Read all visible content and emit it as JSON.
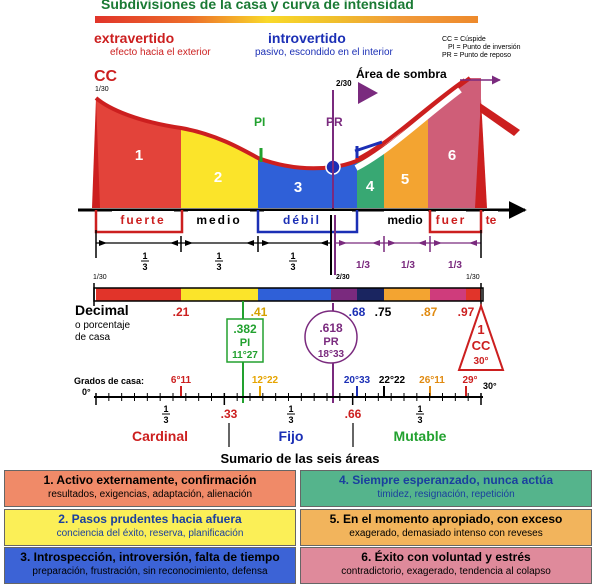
{
  "header": {
    "title": "Subdivisiones de la casa y curva de intensidad",
    "extravertido": "extravertido",
    "extravertido_sub": "efecto hacia el exterior",
    "introvertido": "introvertido",
    "introvertido_sub": "pasivo, escondido en el interior",
    "legend_cc": "CC = Cúspide",
    "legend_pi": "PI = Punto de inversión",
    "legend_pr": "PR = Punto de reposo"
  },
  "curve": {
    "cc": "CC",
    "cc_frac": "1/30",
    "pi": "PI",
    "pr": "PR",
    "pr_frac": "2/30",
    "area_sombra": "Área de sombra",
    "areas": [
      "1",
      "2",
      "3",
      "4",
      "5",
      "6"
    ],
    "colors": [
      "#e3433a",
      "#fbe42a",
      "#2f60d8",
      "#38a873",
      "#f3a431",
      "#cf5e78"
    ]
  },
  "band": {
    "fuerte": "fuerte",
    "medio": "medio",
    "debil": "débil",
    "medio2": "medio",
    "fuer": "fuer",
    "te": "te"
  },
  "thirds": {
    "num": "1",
    "den": "3",
    "slash_thirds": [
      "1/3",
      "1/3",
      "1/3"
    ]
  },
  "decimal": {
    "label": "Decimal",
    "sub1": "o porcentaje",
    "sub2": "de casa",
    "frac_left": "1/30",
    "frac_mid": "2/30",
    "frac_right": "1/30",
    "values": [
      ".21",
      ".41",
      ".68",
      ".75",
      ".87",
      ".97"
    ],
    "pi_value": ".382",
    "pi_label": "PI",
    "pi_deg": "11°27",
    "pr_value": ".618",
    "pr_label": "PR",
    "pr_deg": "18°33",
    "cc_num": "1",
    "cc_label": "CC",
    "cc_deg": "30°"
  },
  "grados": {
    "label": "Grados de casa:",
    "zero": "0°",
    "end": "30°",
    "values": [
      "6°11",
      "12°22",
      "20°33",
      "22°22",
      "26°11",
      "29°"
    ],
    "third_num": "1",
    "third_den": "3",
    "m33": ".33",
    "m66": ".66",
    "cardinal": "Cardinal",
    "fijo": "Fijo",
    "mutable": "Mutable"
  },
  "summary": {
    "title": "Sumario de las seis áreas",
    "items": [
      {
        "title": "1. Activo externamente, confirmación",
        "sub": "resultados, exigencias, adaptación, alienación",
        "bg": "#f08a68",
        "tc": "#000000",
        "sc": "#000000"
      },
      {
        "title": "4. Siempre esperanzado, nunca actúa",
        "sub": "timidez, resignación, repetición",
        "bg": "#55b48c",
        "tc": "#1a3f9e",
        "sc": "#1a3f9e"
      },
      {
        "title": "2. Pasos prudentes hacia afuera",
        "sub": "conciencia del éxito, reserva, planificación",
        "bg": "#fbef57",
        "tc": "#1a3f9e",
        "sc": "#1a3f9e"
      },
      {
        "title": "5. En el momento apropiado, con exceso",
        "sub": "exagerado, demasiado intenso con reveses",
        "bg": "#f2b45c",
        "tc": "#000000",
        "sc": "#000000"
      },
      {
        "title": "3. Introspección, introversión, falta de tiempo",
        "sub": "preparación, frustración, sin reconocimiento, defensa",
        "bg": "#3c63d6",
        "tc": "#000000",
        "sc": "#000000"
      },
      {
        "title": "6. Éxito con voluntad y estrés",
        "sub": "contradictorio, exagerado, tendencia al colapso",
        "bg": "#df8a9b",
        "tc": "#000000",
        "sc": "#000000"
      }
    ]
  }
}
